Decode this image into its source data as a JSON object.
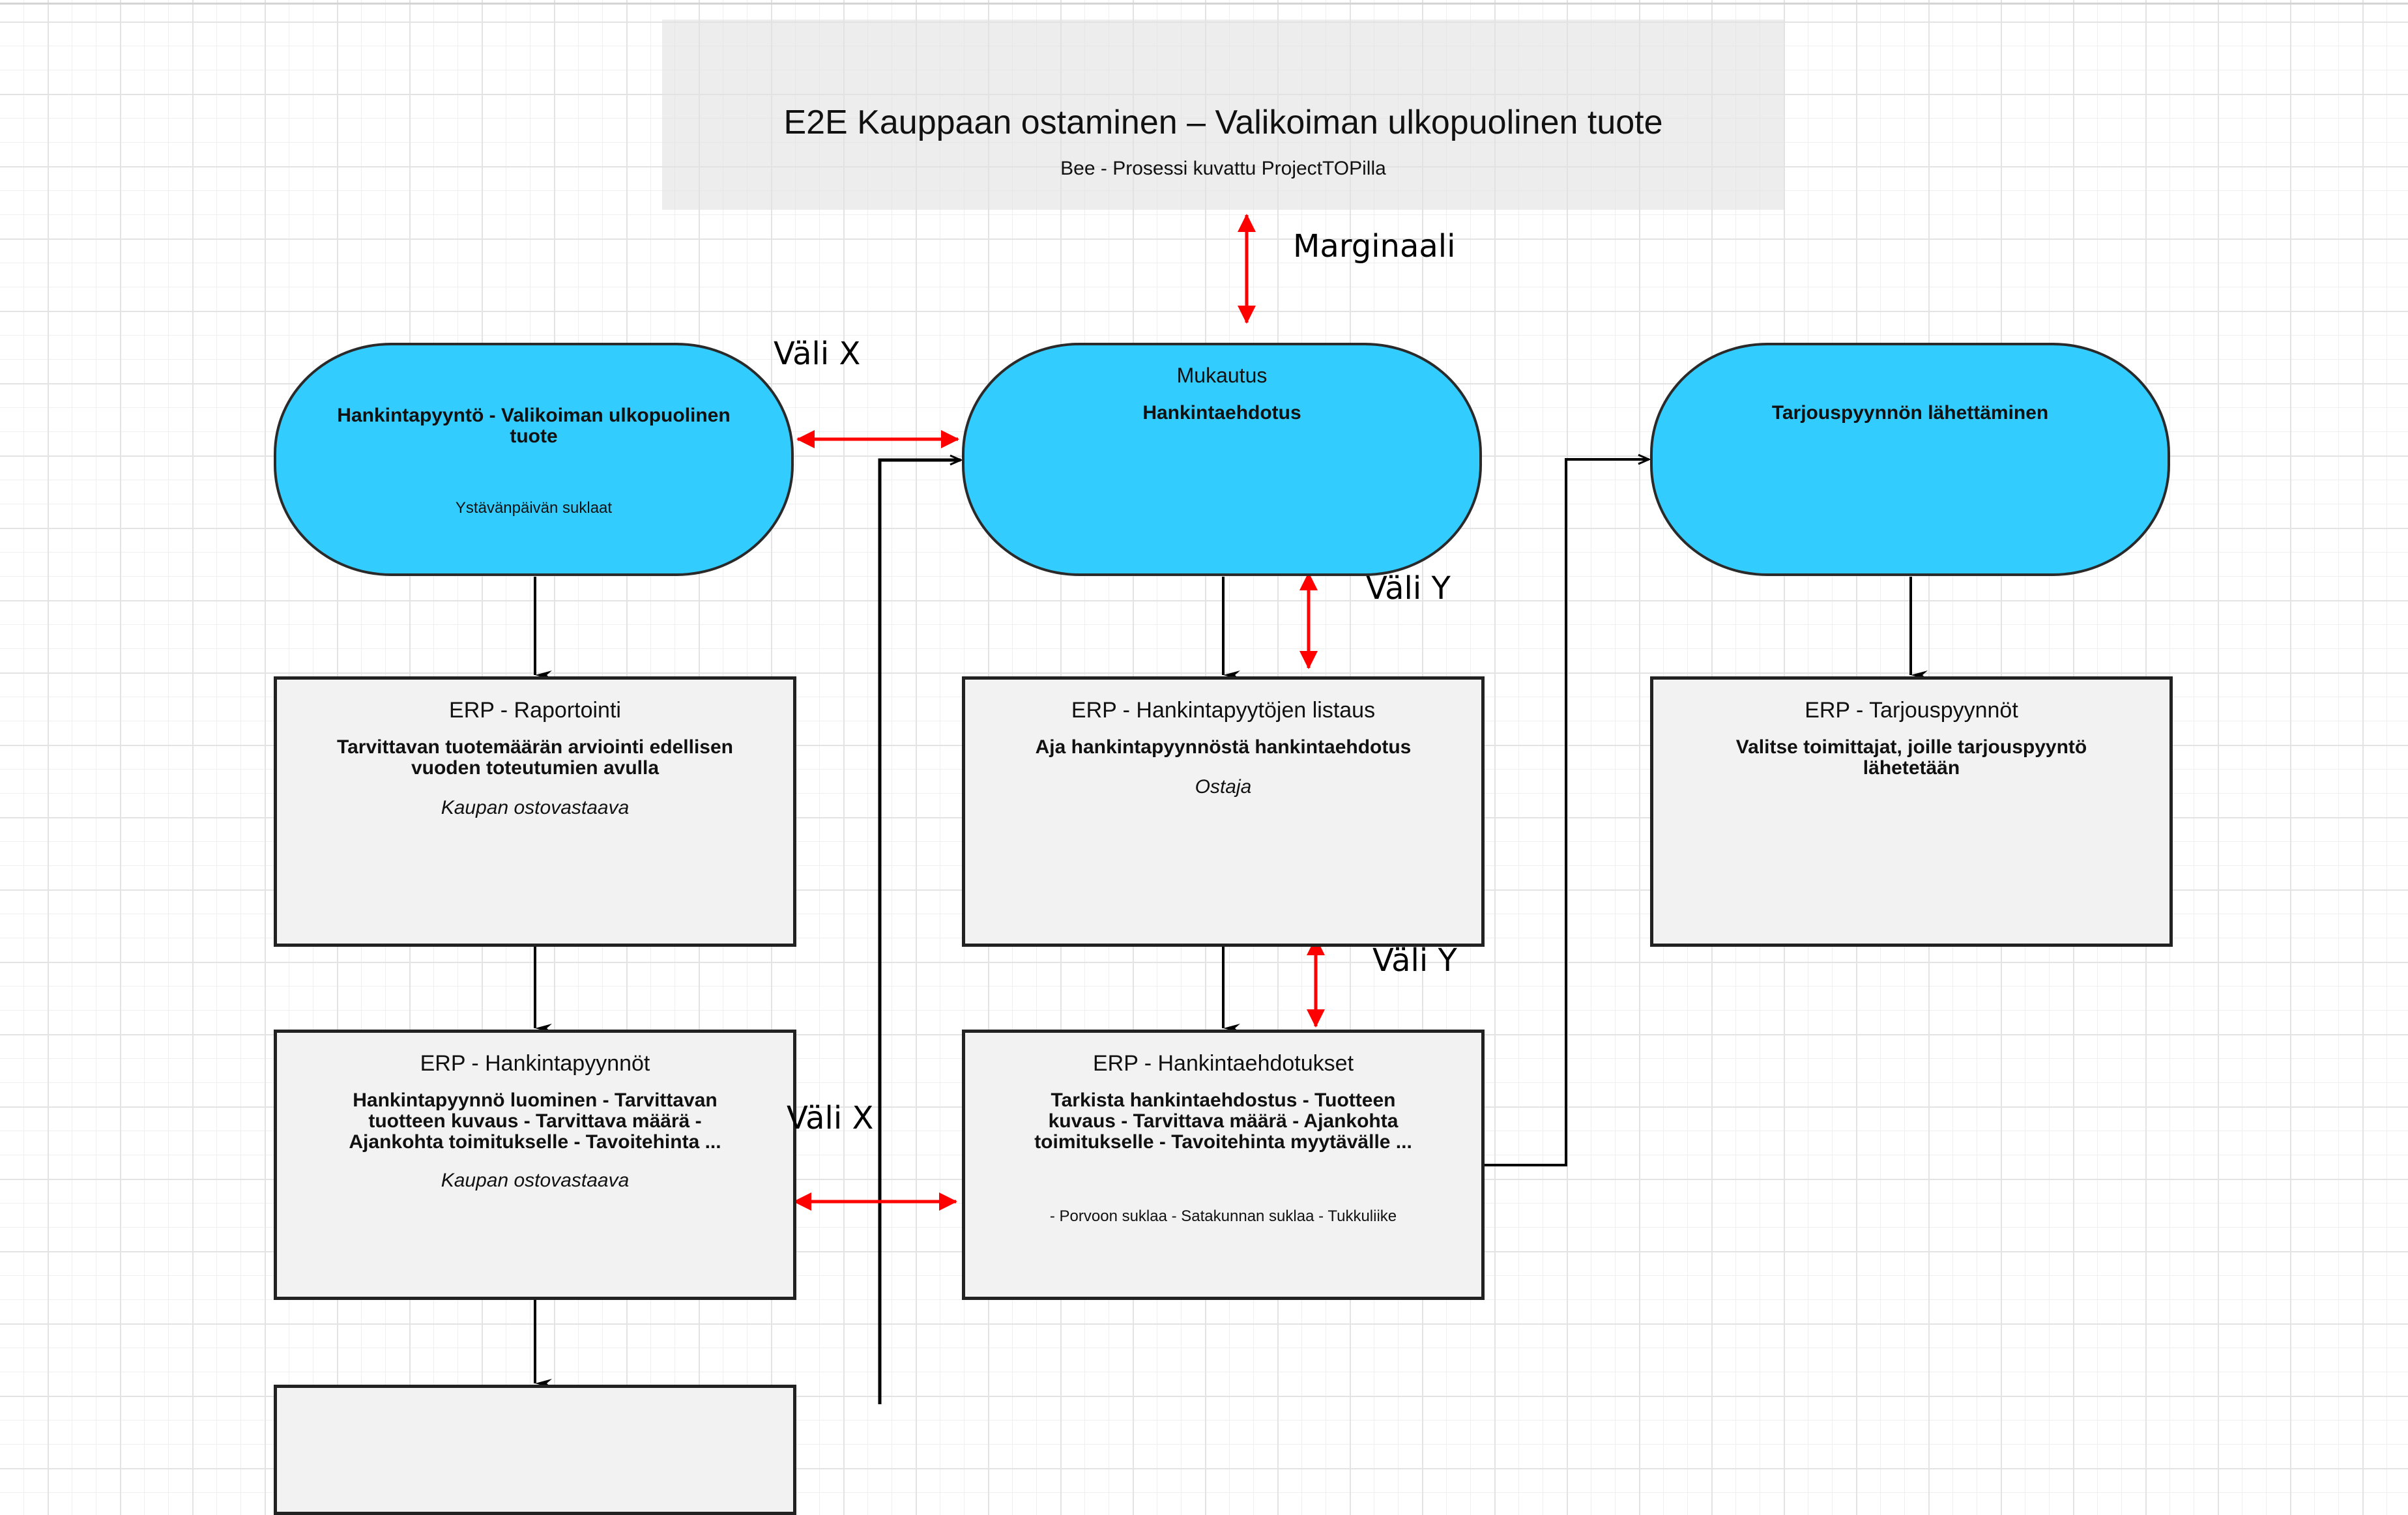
{
  "header": {
    "title": "E2E Kauppaan ostaminen – Valikoiman ulkopuolinen tuote",
    "subtitle": "Bee - Prosessi kuvattu ProjectTOPilla"
  },
  "colors": {
    "process_fill": "#33ccff",
    "box_fill": "#f2f2f2",
    "annotation_arrow": "#ff0000",
    "connector": "#000000"
  },
  "annotations": {
    "margin": "Marginaali",
    "gap_x_top": "Väli X",
    "gap_x_bottom": "Väli X",
    "gap_y_top": "Väli Y",
    "gap_y_bottom": "Väli Y"
  },
  "processes": [
    {
      "title": "Hankintapyyntö - Valikoiman ulkopuolinen tuote",
      "note": "Ystävänpäivän suklaat"
    },
    {
      "supertitle": "Mukautus",
      "title": "Hankintaehdotus"
    },
    {
      "title": "Tarjouspyynnön lähettäminen"
    }
  ],
  "steps": {
    "left": [
      {
        "header": "ERP - Raportointi",
        "body": "Tarvittavan tuotemäärän arviointi edellisen vuoden toteutumien avulla",
        "role": "Kaupan ostovastaava"
      },
      {
        "header": "ERP - Hankintapyynnöt",
        "body": "Hankintapyynnö luominen - Tarvittavan tuotteen kuvaus - Tarvittava määrä - Ajankohta toimitukselle - Tavoitehinta ...",
        "role": "Kaupan ostovastaava"
      }
    ],
    "middle": [
      {
        "header": "ERP - Hankintapyytöjen listaus",
        "body": "Aja hankintapyynnöstä hankintaehdotus",
        "role": "Ostaja"
      },
      {
        "header": "ERP - Hankintaehdotukset",
        "body": "Tarkista hankintaehdostus - Tuotteen kuvaus - Tarvittava määrä - Ajankohta toimitukselle - Tavoitehinta myytävälle ...",
        "note": "- Porvoon suklaa - Satakunnan suklaa - Tukkuliike"
      }
    ],
    "right": [
      {
        "header": "ERP - Tarjouspyynnöt",
        "body": "Valitse toimittajat, joille tarjouspyyntö lähetetään"
      }
    ]
  }
}
